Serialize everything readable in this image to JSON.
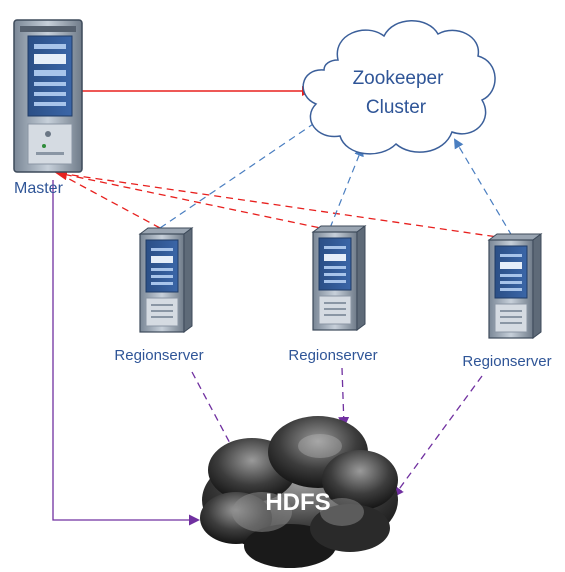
{
  "nodes": {
    "master": {
      "label": "Master",
      "icon": "server-tower-icon"
    },
    "zookeeper": {
      "line1": "Zookeeper",
      "line2": "Cluster",
      "icon": "cloud-icon"
    },
    "regionservers": [
      {
        "label": "Regionserver",
        "icon": "server-tower-icon"
      },
      {
        "label": "Regionserver",
        "icon": "server-tower-icon"
      },
      {
        "label": "Regionserver",
        "icon": "server-tower-icon"
      }
    ],
    "hdfs": {
      "label": "HDFS",
      "icon": "dark-cloud-icon"
    }
  },
  "colors": {
    "label_blue": "#2f5597",
    "red": "#e8201e",
    "blue_dash": "#4a7ec0",
    "purple": "#7030a0"
  }
}
